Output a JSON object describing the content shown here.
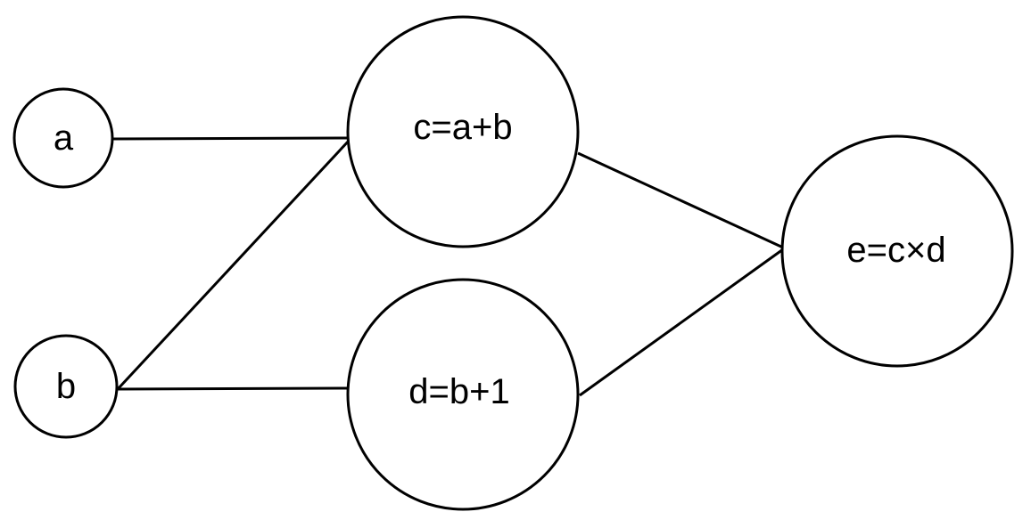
{
  "diagram": {
    "nodes": [
      {
        "id": "a",
        "label": "a"
      },
      {
        "id": "b",
        "label": "b"
      },
      {
        "id": "c",
        "label": "c=a+b"
      },
      {
        "id": "d",
        "label": "d=b+1"
      },
      {
        "id": "e",
        "label": "e=c×d"
      }
    ],
    "edges": [
      {
        "from": "a",
        "to": "c"
      },
      {
        "from": "b",
        "to": "c"
      },
      {
        "from": "b",
        "to": "d"
      },
      {
        "from": "c",
        "to": "e"
      },
      {
        "from": "d",
        "to": "e"
      }
    ],
    "colors": {
      "stroke": "#000000",
      "background": "#ffffff"
    }
  }
}
